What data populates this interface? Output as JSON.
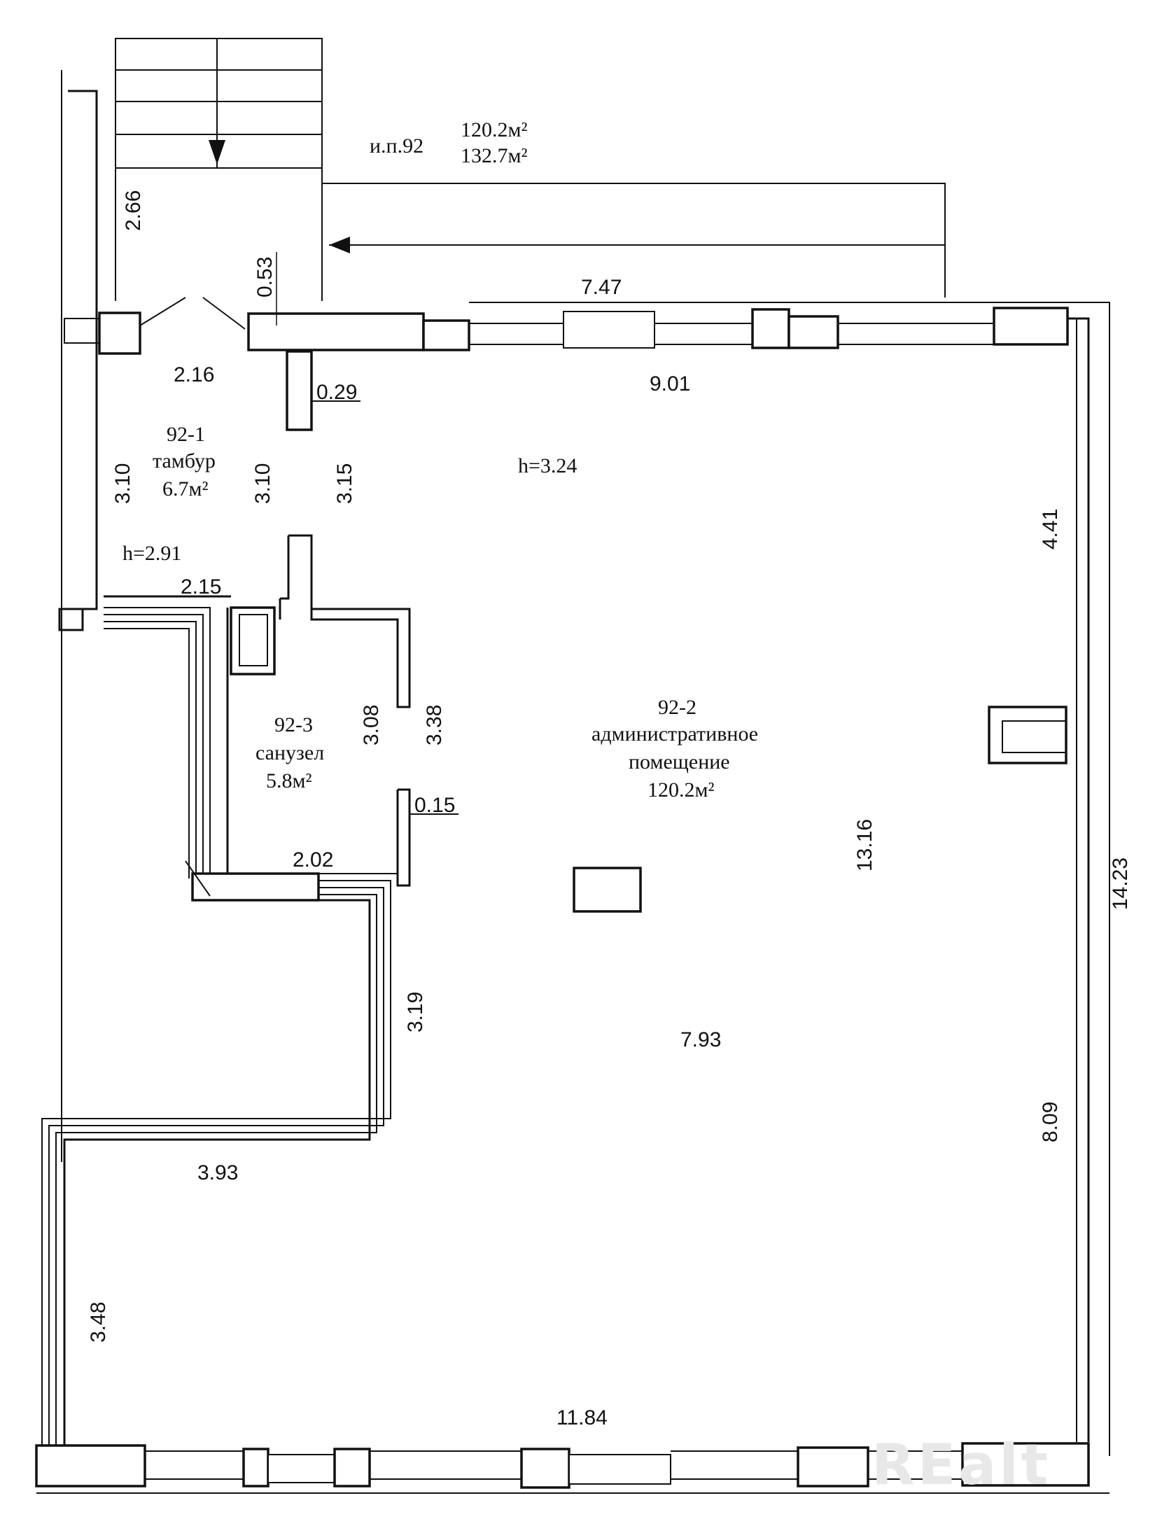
{
  "header": {
    "unit_label": "и.п.92",
    "area_main": "120.2м²",
    "area_total": "132.7м²"
  },
  "rooms": [
    {
      "id": "92-1",
      "name": "тамбур",
      "area": "6.7м²",
      "height": "h=2.91"
    },
    {
      "id": "92-2",
      "name_line1": "административное",
      "name_line2": "помещение",
      "area": "120.2м²",
      "height": "h=3.24"
    },
    {
      "id": "92-3",
      "name": "санузел",
      "area": "5.8м²"
    }
  ],
  "dimensions": {
    "d_266": "2.66",
    "d_053": "0.53",
    "d_747": "7.47",
    "d_216": "2.16",
    "d_029": "0.29",
    "d_901": "9.01",
    "d_310a": "3.10",
    "d_310b": "3.10",
    "d_315": "3.15",
    "d_441": "4.41",
    "d_215": "2.15",
    "d_308": "3.08",
    "d_338": "3.38",
    "d_015": "0.15",
    "d_1316": "13.16",
    "d_1423": "14.23",
    "d_202": "2.02",
    "d_319": "3.19",
    "d_793": "7.93",
    "d_809": "8.09",
    "d_393": "3.93",
    "d_348": "3.48",
    "d_1184": "11.84"
  },
  "watermark": "REalt",
  "icons": [
    "arrow-down-icon",
    "arrow-left-icon"
  ]
}
